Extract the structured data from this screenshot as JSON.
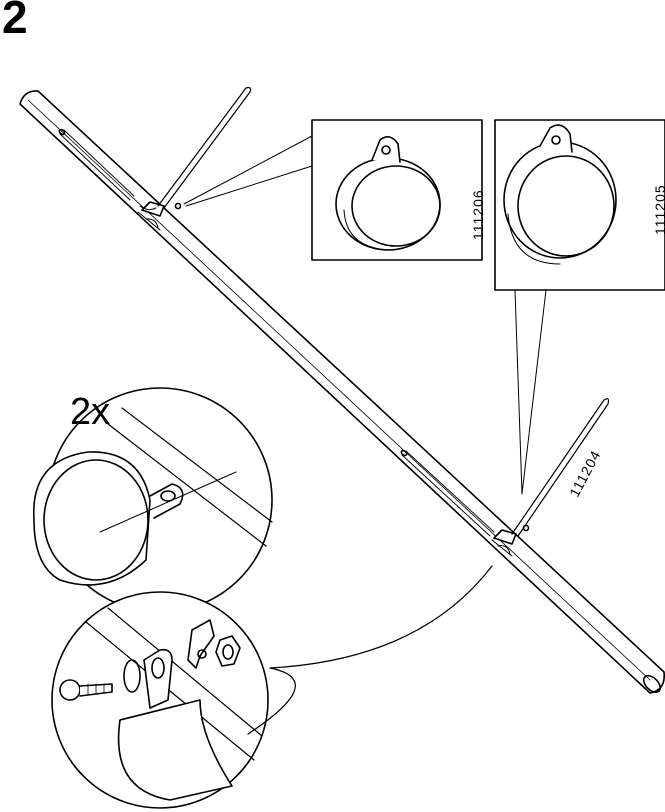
{
  "step": {
    "number": "2"
  },
  "quantity": {
    "label": "2x"
  },
  "parts": [
    {
      "part_number": "111206"
    },
    {
      "part_number": "111205"
    },
    {
      "part_number": "111204"
    }
  ]
}
